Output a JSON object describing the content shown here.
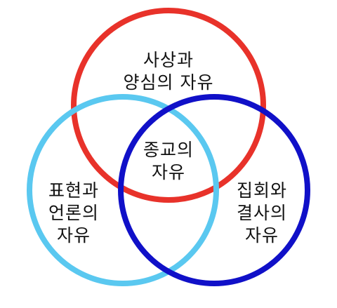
{
  "circles": {
    "thought": {
      "color": "#e8322a"
    },
    "expression": {
      "color": "#5ac8f0"
    },
    "assembly": {
      "color": "#1010c8"
    }
  },
  "labels": {
    "thought": {
      "line1": "사상과",
      "line2": "양심의 자유"
    },
    "religion": {
      "line1": "종교의",
      "line2": "자유"
    },
    "expression": {
      "line1": "표현과",
      "line2": "언론의",
      "line3": "자유"
    },
    "assembly": {
      "line1": "집회와",
      "line2": "결사의",
      "line3": "자유"
    }
  }
}
